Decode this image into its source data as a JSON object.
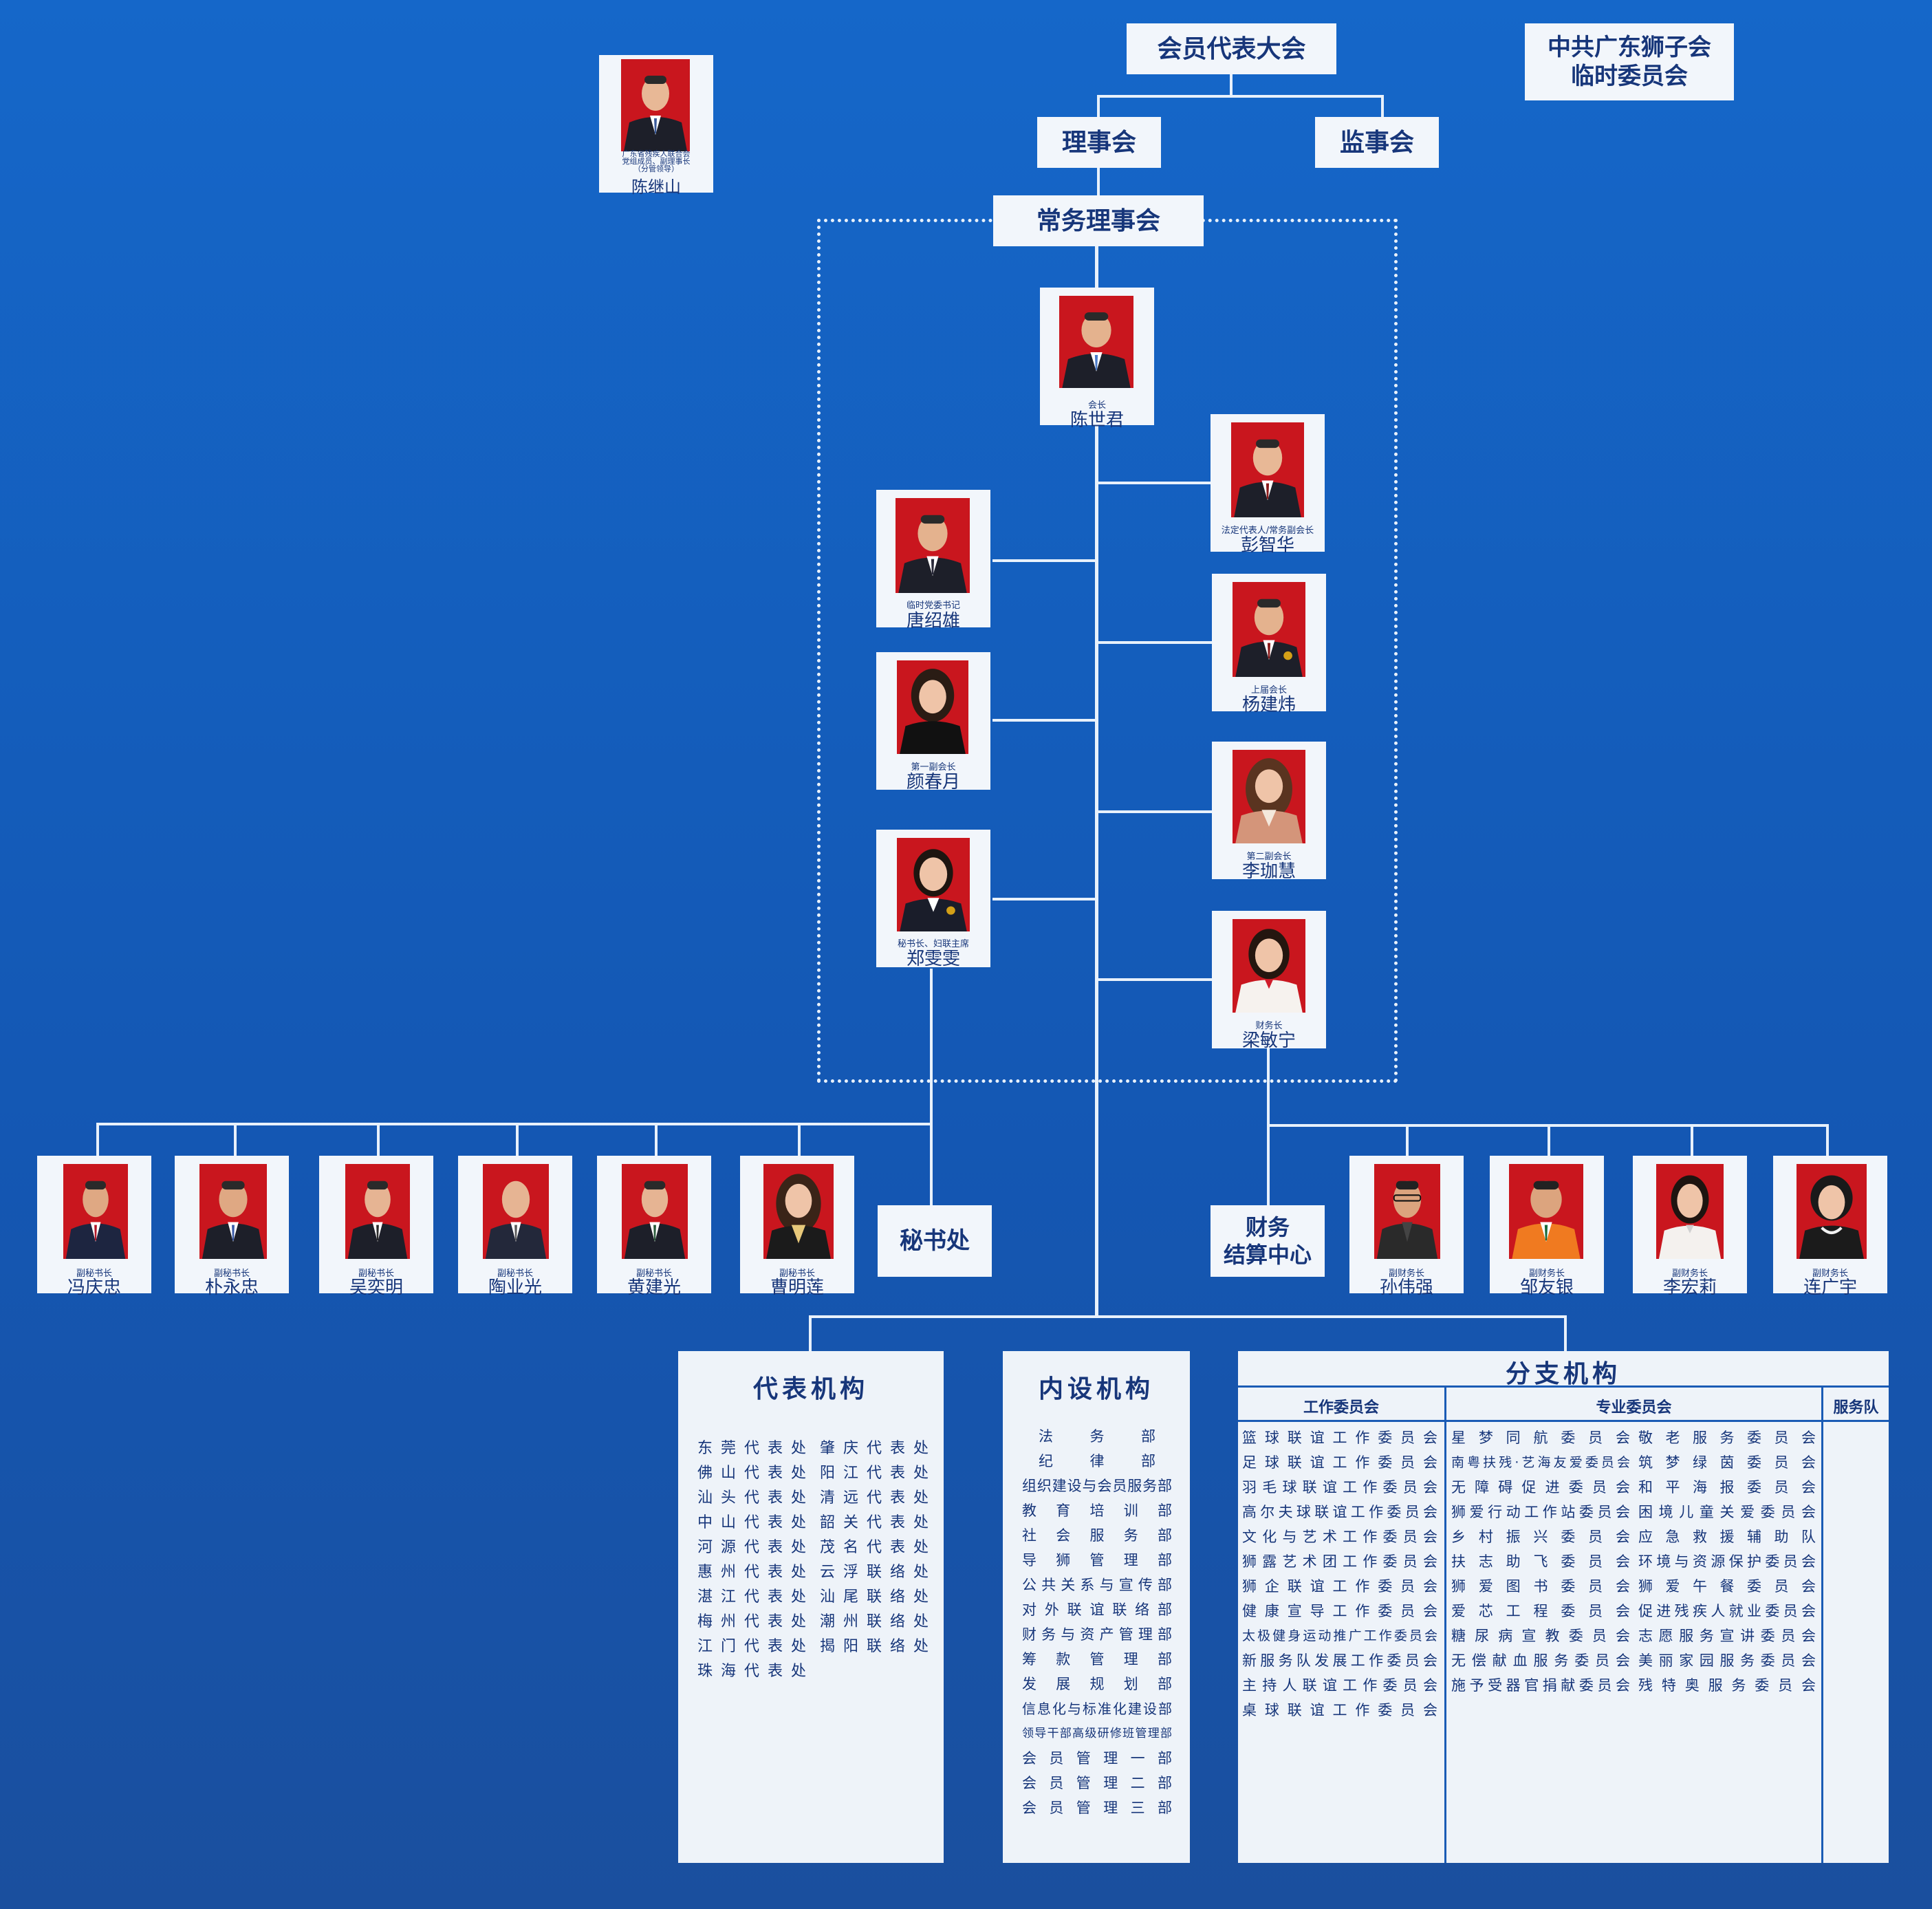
{
  "top": {
    "congress": "会员代表大会",
    "party": "中共广东狮子会\n临时委员会",
    "council": "理事会",
    "supervisors": "监事会",
    "standing": "常务理事会"
  },
  "advisor": {
    "title": "广东省残疾人联合会\n党组成员、副理事长\n（分管领导）",
    "name": "陈继山"
  },
  "leaders": [
    {
      "title": "会长",
      "name": "陈世君"
    },
    {
      "title": "法定代表人/常务副会长",
      "name": "彭智华"
    },
    {
      "title": "临时党委书记",
      "name": "唐绍雄"
    },
    {
      "title": "上届会长",
      "name": "杨建炜"
    },
    {
      "title": "第一副会长",
      "name": "颜春月"
    },
    {
      "title": "第二副会长",
      "name": "李珈慧"
    },
    {
      "title": "秘书长、妇联主席",
      "name": "郑雯雯"
    },
    {
      "title": "财务长",
      "name": "梁敏宁"
    }
  ],
  "secretariat": {
    "label": "秘书处",
    "deputies": [
      {
        "title": "副秘书长",
        "name": "冯庆忠"
      },
      {
        "title": "副秘书长",
        "name": "朴永忠"
      },
      {
        "title": "副秘书长",
        "name": "吴奕明"
      },
      {
        "title": "副秘书长",
        "name": "陶业光"
      },
      {
        "title": "副秘书长",
        "name": "黄建光"
      },
      {
        "title": "副秘书长",
        "name": "曹明莲"
      }
    ]
  },
  "finance": {
    "label": "财务\n结算中心",
    "deputies": [
      {
        "title": "副财务长",
        "name": "孙伟强"
      },
      {
        "title": "副财务长",
        "name": "邹友银"
      },
      {
        "title": "副财务长",
        "name": "李宏莉"
      },
      {
        "title": "副财务长",
        "name": "连广宇"
      }
    ]
  },
  "representative": {
    "title": "代表机构",
    "col1": [
      "东莞代表处",
      "佛山代表处",
      "汕头代表处",
      "中山代表处",
      "河源代表处",
      "惠州代表处",
      "湛江代表处",
      "梅州代表处",
      "江门代表处",
      "珠海代表处"
    ],
    "col2": [
      "肇庆代表处",
      "阳江代表处",
      "清远代表处",
      "韶关代表处",
      "茂名代表处",
      "云浮联络处",
      "汕尾联络处",
      "潮州联络处",
      "揭阳联络处"
    ]
  },
  "internal": {
    "title": "内设机构",
    "items": [
      "法务部",
      "纪律部",
      "组织建设与会员服务部",
      "教育培训部",
      "社会服务部",
      "导狮管理部",
      "公共关系与宣传部",
      "对外联谊联络部",
      "财务与资产管理部",
      "筹款管理部",
      "发展规划部",
      "信息化与标准化建设部",
      "领导干部高级研修班管理部",
      "会员管理一部",
      "会员管理二部",
      "会员管理三部"
    ]
  },
  "branch": {
    "title": "分支机构",
    "work_title": "工作委员会",
    "prof_title": "专业委员会",
    "service_title": "服务队",
    "work": [
      "篮球联谊工作委员会",
      "足球联谊工作委员会",
      "羽毛球联谊工作委员会",
      "高尔夫球联谊工作委员会",
      "文化与艺术工作委员会",
      "狮露艺术团工作委员会",
      "狮企联谊工作委员会",
      "健康宣导工作委员会",
      "太极健身运动推广工作委员会",
      "新服务队发展工作委员会",
      "主持人联谊工作委员会",
      "桌球联谊工作委员会"
    ],
    "prof1": [
      "星梦同航委员会",
      "南粤扶残·艺海友爱委员会",
      "无障碍促进委员会",
      "狮爱行动工作站委员会",
      "乡村振兴委员会",
      "扶志助飞委员会",
      "狮爱图书委员会",
      "爱芯工程委员会",
      "糖尿病宣教委员会",
      "无偿献血服务委员会",
      "施予受器官捐献委员会"
    ],
    "prof2": [
      "敬老服务委员会",
      "筑梦绿茵委员会",
      "和平海报委员会",
      "困境儿童关爱委员会",
      "应急救援辅助队",
      "环境与资源保护委员会",
      "狮爱午餐委员会",
      "促进残疾人就业委员会",
      "志愿服务宣讲委员会",
      "美丽家园服务委员会",
      "残特奥服务委员会"
    ]
  }
}
